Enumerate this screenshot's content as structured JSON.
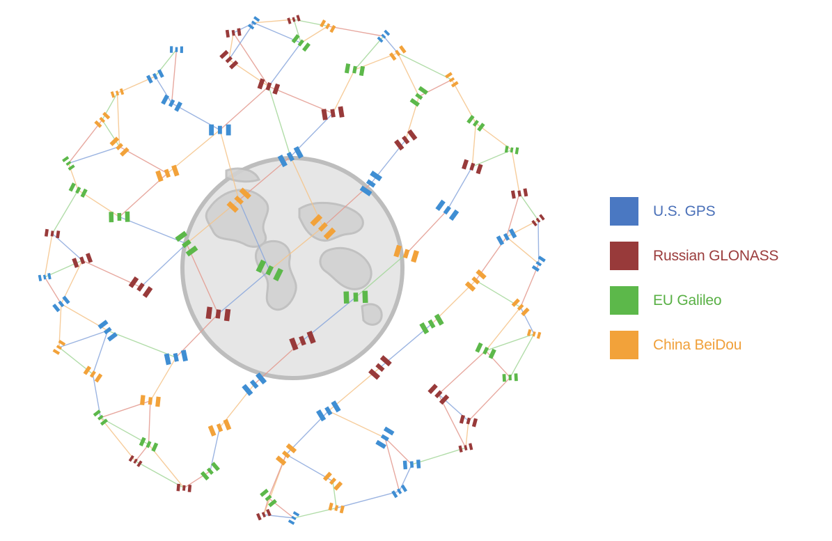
{
  "legend": {
    "items": [
      {
        "key": "gps",
        "label": "U.S. GPS",
        "color": "#4a78c2",
        "text_color": "#4a70b8"
      },
      {
        "key": "glonass",
        "label": "Russian GLONASS",
        "color": "#983a3a",
        "text_color": "#9a3c3c"
      },
      {
        "key": "galileo",
        "label": "EU Galileo",
        "color": "#5cb84a",
        "text_color": "#58b044"
      },
      {
        "key": "beidou",
        "label": "China BeiDou",
        "color": "#f2a23a",
        "text_color": "#f0a03a"
      }
    ]
  },
  "colors": {
    "earth_fill": "#e6e6e6",
    "earth_land": "#d2d2d2",
    "earth_outline": "#bdbdbd",
    "line_gps": "#8aa7dc",
    "line_glonass": "#e39a8f",
    "line_galileo": "#a4d79a",
    "line_beidou": "#f5c48a",
    "satellite_gps": "#3f8ed3"
  },
  "icons": {
    "satellite": "satellite-icon",
    "earth": "earth-globe-icon"
  }
}
